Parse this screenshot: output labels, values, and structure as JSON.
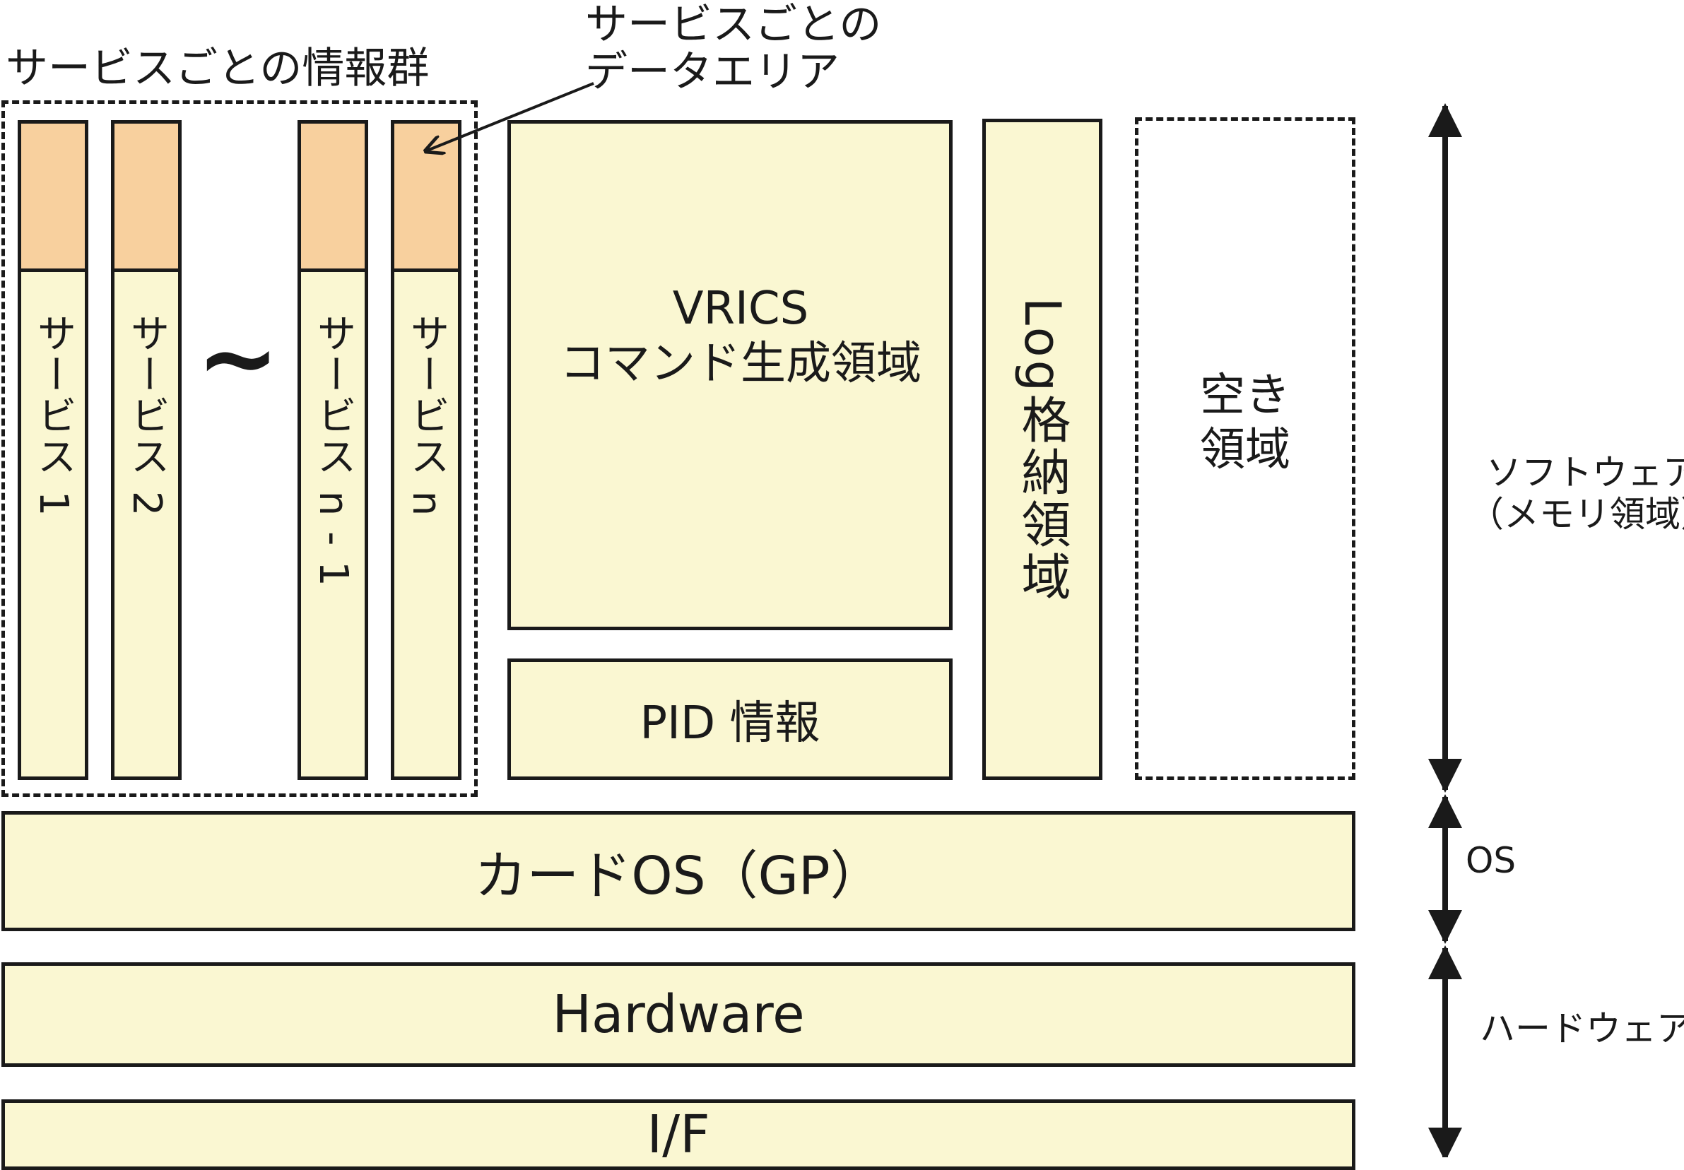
{
  "group": {
    "label": "サービスごとの情報群",
    "callout": [
      "サービスごとの",
      "データエリア"
    ],
    "services": [
      "サービス 1",
      "サービス 2",
      "サービス n - 1",
      "サービス n"
    ],
    "tilde": "~"
  },
  "vrics": {
    "line1": "VRICS",
    "line2": "コマンド生成領域"
  },
  "pid": {
    "label": "PID 情報"
  },
  "log": {
    "label": "Log格納領域"
  },
  "free": {
    "line1": "空き",
    "line2": "領域"
  },
  "card_os": {
    "label": "カードOS（GP）"
  },
  "hardware": {
    "label": "Hardware"
  },
  "interface": {
    "label": "I/F"
  },
  "side_labels": {
    "software": [
      "ソフトウェア",
      "（メモリ領域）"
    ],
    "os": "OS",
    "hardware": "ハードウェア"
  },
  "colors": {
    "box_fill": "#faf7d2",
    "header_fill": "#f8d09e",
    "stroke": "#1a1a1a"
  }
}
